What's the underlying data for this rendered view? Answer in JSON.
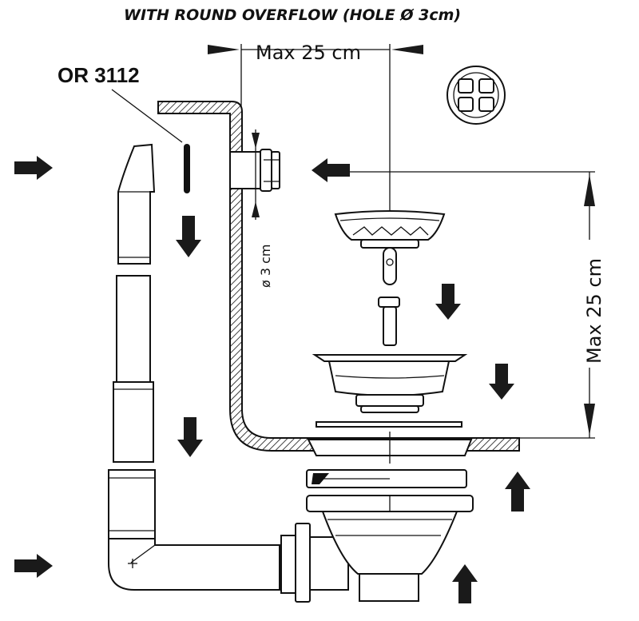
{
  "title": "WITH ROUND OVERFLOW (HOLE Ø 3cm)",
  "labels": {
    "part_code": "OR 3112",
    "top_dimension": "Max 25 cm",
    "side_dimension": "Max 25 cm",
    "hole_dimension": "ø 3 cm"
  },
  "colors": {
    "line": "#111111",
    "arrow": "#1a1a1a",
    "background": "#ffffff"
  }
}
